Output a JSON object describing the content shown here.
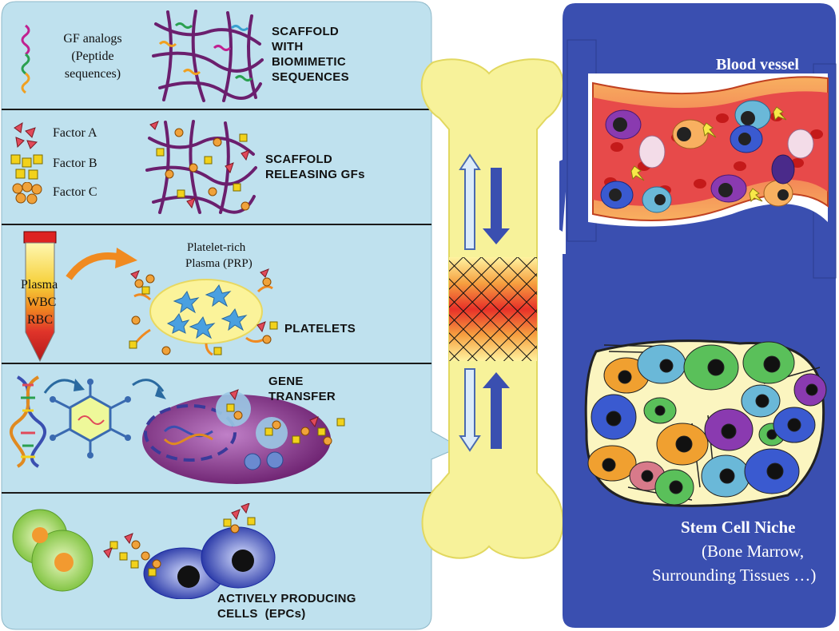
{
  "left_panel": {
    "rows": [
      {
        "id": "scaffold-bio",
        "title": "SCAFFOLD\nWITH\nBIOMIMETIC\nSEQUENCES",
        "legend": [
          "GF analogs",
          "(Peptide",
          "sequences)"
        ]
      },
      {
        "id": "scaffold-gf",
        "title": "SCAFFOLD\nRELEASING GFs",
        "legend": [
          "Factor A",
          "Factor B",
          "Factor C"
        ]
      },
      {
        "id": "platelets",
        "title": "PLATELETS",
        "prp": [
          "Platelet-rich",
          "Plasma (PRP)"
        ],
        "tube": [
          "Plasma",
          "WBC",
          "RBC"
        ]
      },
      {
        "id": "gene",
        "title": "GENE\nTRANSFER"
      },
      {
        "id": "cells",
        "title": "ACTIVELY PRODUCING\nCELLS  (EPCs)"
      }
    ]
  },
  "right_panel": {
    "blood_vessel_label": "Blood vessel",
    "niche_title": "Stem Cell Niche",
    "niche_sub": [
      "(Bone Marrow,",
      "Surrounding Tissues …)"
    ]
  },
  "colors": {
    "left_bg": "#bfe1ee",
    "right_bg": "#3a4fb0",
    "bone": "#f7f29a",
    "purple": "#7a2a7e",
    "factor_a": "#e04a5a",
    "factor_b": "#f2d21b",
    "factor_c": "#f0a23a"
  }
}
